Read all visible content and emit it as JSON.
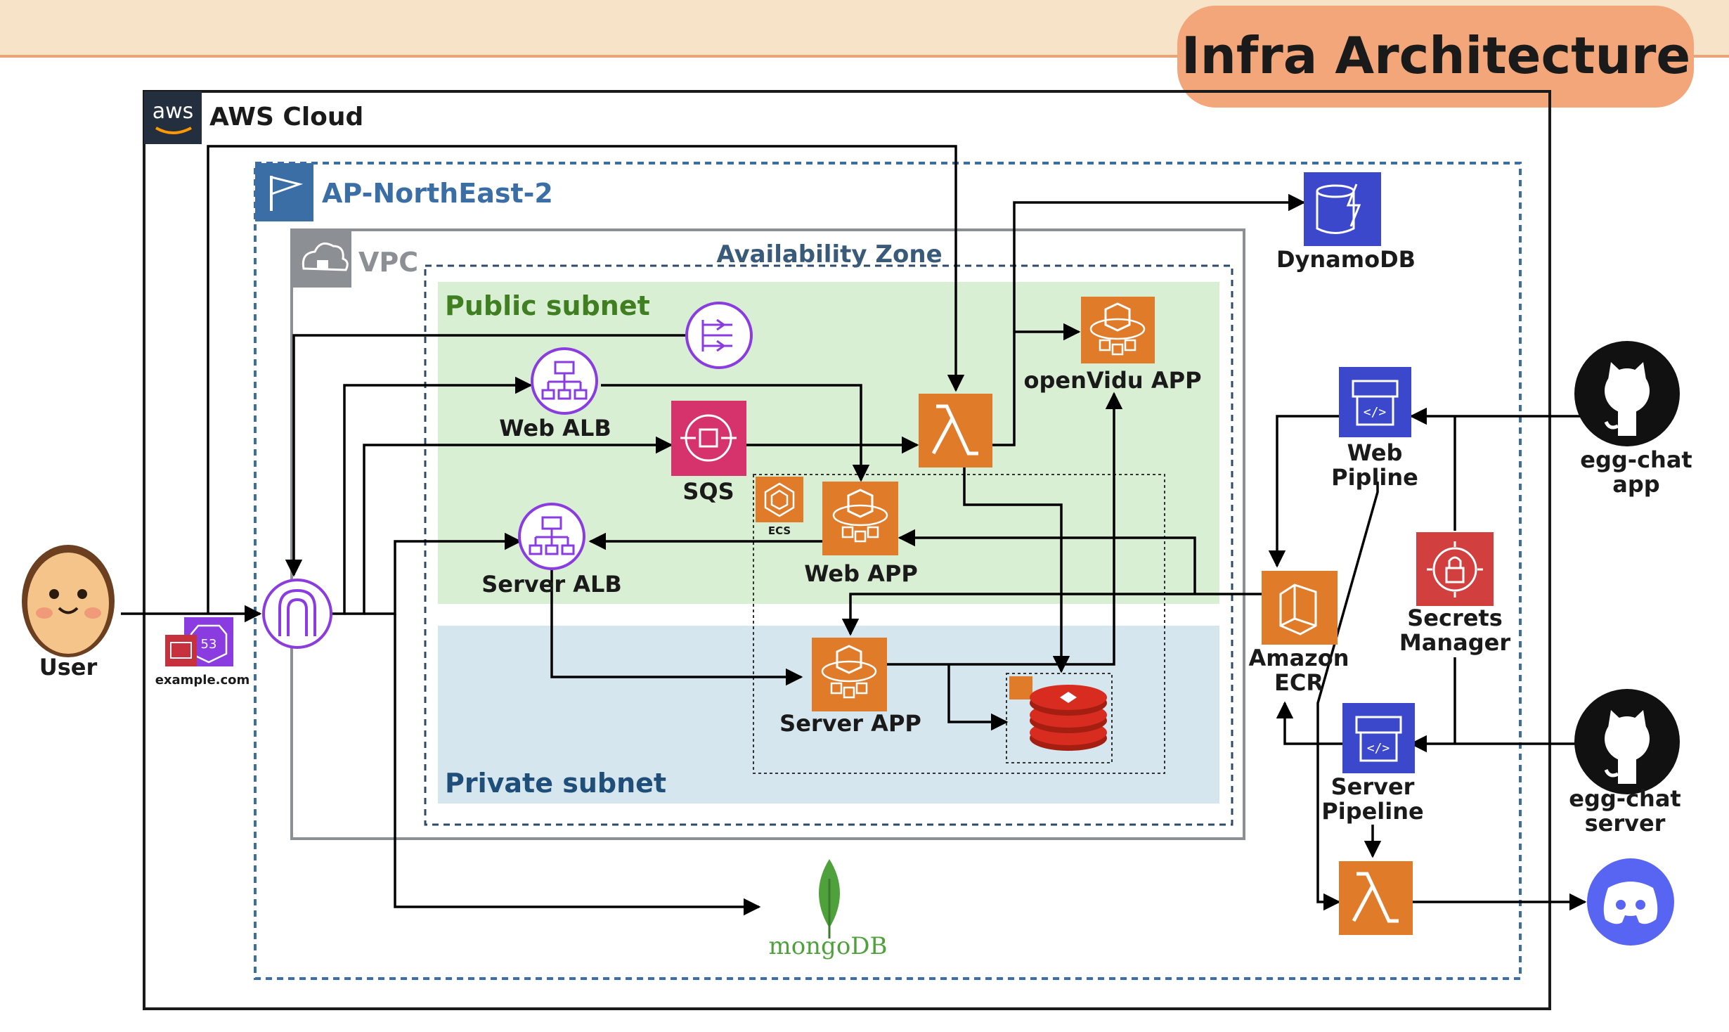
{
  "title": "Infra Architecture",
  "groups": {
    "aws_cloud": "AWS Cloud",
    "aws_logo": "aws",
    "region": "AP-NorthEast-2",
    "vpc": "VPC",
    "availability_zone": "Availability Zone",
    "public_subnet": "Public subnet",
    "private_subnet": "Private subnet"
  },
  "nodes": {
    "user": "User",
    "route53_number": "53",
    "route53_domain": "example.com",
    "web_alb": "Web ALB",
    "server_alb": "Server ALB",
    "sqs": "SQS",
    "ecs": "ECS",
    "web_app": "Web APP",
    "server_app": "Server APP",
    "openvidu_app": "openVidu APP",
    "dynamodb": "DynamoDB",
    "mongodb": "mongoDB",
    "amazon_ecr_line1": "Amazon",
    "amazon_ecr_line2": "ECR",
    "web_pipeline_line1": "Web",
    "web_pipeline_line2": "Pipline",
    "server_pipeline_line1": "Server",
    "server_pipeline_line2": "Pipeline",
    "secrets_line1": "Secrets",
    "secrets_line2": "Manager",
    "github_app_line1": "egg-chat",
    "github_app_line2": "app",
    "github_server_line1": "egg-chat",
    "github_server_line2": "server"
  },
  "colors": {
    "banner_bg": "#f7e3c8",
    "title_pill": "#f2a679",
    "aws_orange": "#e07b2a",
    "region_blue": "#3a6ea5",
    "vpc_gray": "#8c8f94",
    "public_green": "#d9efd3",
    "public_text": "#3f7f22",
    "private_blue": "#d6e6ef",
    "private_text": "#1f4e79",
    "purple": "#8a3ce0",
    "sqs_pink": "#d6336c",
    "dynamo_blue": "#3b48cc",
    "secrets_red": "#d13f3f",
    "discord": "#5865f2",
    "mongo_green": "#4fa13c"
  }
}
